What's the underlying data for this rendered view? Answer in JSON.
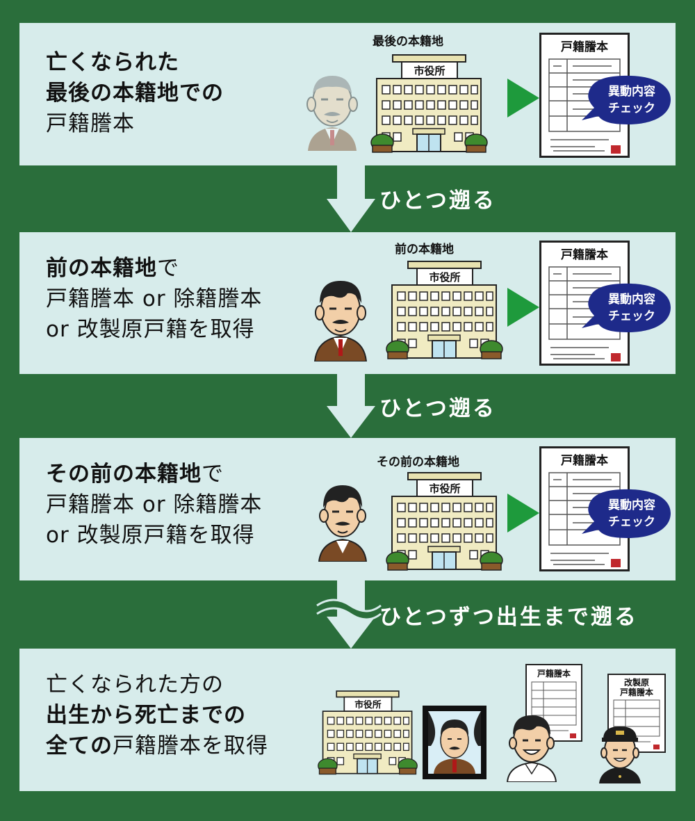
{
  "panels": [
    {
      "lines": [
        [
          {
            "t": "亡くなられた",
            "b": true
          }
        ],
        [
          {
            "t": "最後の本籍地",
            "b": true
          },
          {
            "t": "での",
            "b": true
          }
        ],
        [
          {
            "t": "戸籍謄本",
            "b": false
          }
        ]
      ],
      "office_label": "最後の本籍地",
      "city_hall": "市役所",
      "doc_title": "戸籍謄本",
      "bubble": [
        "異動内容",
        "チェック"
      ]
    },
    {
      "lines": [
        [
          {
            "t": "前の本籍地",
            "b": true
          },
          {
            "t": "で",
            "b": false
          }
        ],
        [
          {
            "t": "戸籍謄本 or 除籍謄本",
            "b": false
          }
        ],
        [
          {
            "t": "or 改製原戸籍を取得",
            "b": false
          }
        ]
      ],
      "office_label": "前の本籍地",
      "city_hall": "市役所",
      "doc_title": "戸籍謄本",
      "bubble": [
        "異動内容",
        "チェック"
      ]
    },
    {
      "lines": [
        [
          {
            "t": "その前の本籍地",
            "b": true
          },
          {
            "t": "で",
            "b": false
          }
        ],
        [
          {
            "t": "戸籍謄本 or 除籍謄本",
            "b": false
          }
        ],
        [
          {
            "t": "or 改製原戸籍を取得",
            "b": false
          }
        ]
      ],
      "office_label": "その前の本籍地",
      "city_hall": "市役所",
      "doc_title": "戸籍謄本",
      "bubble": [
        "異動内容",
        "チェック"
      ]
    },
    {
      "lines": [
        [
          {
            "t": "亡くなられた方の",
            "b": false
          }
        ],
        [
          {
            "t": "出生から死亡までの",
            "b": true
          }
        ],
        [
          {
            "t": "全ての",
            "b": true
          },
          {
            "t": "戸籍謄本を取得",
            "b": false
          }
        ]
      ],
      "city_hall": "市役所",
      "doc1_title": "戸籍謄本",
      "doc2_title": [
        "改製原",
        "戸籍謄本"
      ]
    }
  ],
  "steps": [
    "ひとつ遡る",
    "ひとつ遡る",
    "ひとつずつ出生まで遡る"
  ],
  "colors": {
    "background": "#2a6e3b",
    "panel": "#d7eceb",
    "play": "#1e9a3c",
    "bubble": "#1e2a8a",
    "step_arrow": "#d7eceb"
  }
}
